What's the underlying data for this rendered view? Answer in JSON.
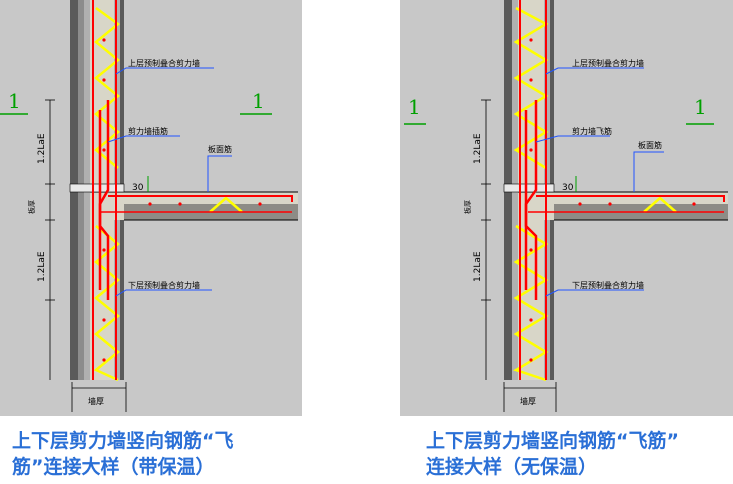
{
  "colors": {
    "background": "#c8c8c8",
    "concrete": "#d8d6c8",
    "rebar": "#ff0000",
    "zigzag": "#ffff00",
    "leader": "#2255ff",
    "section": "#00a000",
    "caption": "#2a6fd6"
  },
  "panels": [
    {
      "id": "left",
      "section_mark": "1",
      "labels": {
        "upper_wall": "上层预制叠合剪力墙",
        "flying_bar": "剪力墙插筋",
        "slab_bar": "板面筋",
        "lap_upper": "1.2LaE",
        "lap_lower": "1.2LaE",
        "slab_level": "板厚",
        "dim_30": "30",
        "lower_wall": "下层预制叠合剪力墙",
        "wall_thickness": "墙厚"
      },
      "caption_line1": "上下层剪力墙竖向钢筋“飞",
      "caption_line2": "筋”连接大样（带保温）"
    },
    {
      "id": "right",
      "section_mark": "1",
      "labels": {
        "upper_wall": "上层预制叠合剪力墙",
        "flying_bar": "剪力墙飞筋",
        "slab_bar": "板面筋",
        "lap_upper": "1.2LaE",
        "lap_lower": "1.2LaE",
        "slab_level": "板厚",
        "dim_30": "30",
        "lower_wall": "下层预制叠合剪力墙",
        "wall_thickness": "墙厚"
      },
      "caption_line1": "上下层剪力墙竖向钢筋“飞筋”",
      "caption_line2": "连接大样（无保温）"
    }
  ]
}
